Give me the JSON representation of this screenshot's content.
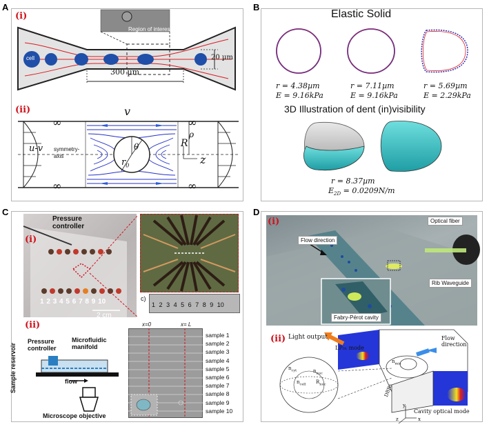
{
  "panels": {
    "A": {
      "letter": "A",
      "sub_i": "(i)",
      "sub_ii": "(ii)",
      "cell_label": "cell",
      "roi_label": "Region of interest",
      "width_label": "20 µm",
      "length_label": "300 µm",
      "v_label": "v",
      "u_minus_v": "u-v",
      "symmetry_axis": "symmetry-axis",
      "infinity": "∞",
      "theta": "θ",
      "r0": "r",
      "r0_sub": "0",
      "R": "R",
      "rho": "ρ",
      "z": "z"
    },
    "B": {
      "letter": "B",
      "title": "Elastic Solid",
      "shapes": [
        {
          "r": "r = 4.38µm",
          "E": "E = 9.16kPa"
        },
        {
          "r": "r = 7.11µm",
          "E": "E = 9.16kPa"
        },
        {
          "r": "r = 5.69µm",
          "E": "E = 2.29kPa"
        }
      ],
      "illus_title": "3D Illustration of dent (in)visibility",
      "illus_r": "r = 8.37µm",
      "illus_E": "E",
      "illus_E_sub": "2D",
      "illus_E_val": " = 0.0209N/m"
    },
    "C": {
      "letter": "C",
      "sub_i": "(i)",
      "sub_ii": "(ii)",
      "pressure_controller": "Pressure controller",
      "scale": "2 cm",
      "numbers": [
        "1",
        "2",
        "3",
        "4",
        "5",
        "6",
        "7",
        "8",
        "9",
        "10"
      ],
      "c_label": "c)",
      "strip_numbers": [
        "1",
        "2",
        "3",
        "4",
        "5",
        "6",
        "7",
        "8",
        "9",
        "10"
      ],
      "sample_reservoir": "Sample reservoir",
      "pressure_controller2": "Pressure controller",
      "manifold": "Microfluidic manifold",
      "flow": "flow",
      "objective": "Microscope objective",
      "x0": "x=0",
      "xL": "x= L",
      "samples": [
        "sample 1",
        "sample 2",
        "sample 3",
        "sample 4",
        "sample 5",
        "sample 6",
        "sample 7",
        "sample 8",
        "sample 9",
        "sample 10"
      ]
    },
    "D": {
      "letter": "D",
      "sub_i": "(i)",
      "sub_ii": "(ii)",
      "optical_fiber": "Optical fiber",
      "flow_direction": "Flow direction",
      "rib_waveguide": "Rib Waveguide",
      "fp_cavity": "Fabry-Pérot cavity",
      "light_output": "Light output",
      "lp_mode": "LP₀₁ mode",
      "flow_direction2": "Flow direction",
      "n_cyt": "n",
      "n_cyt_sub": "cyt",
      "n_nuc": "n",
      "n_nuc_sub": "nuc",
      "n_cell": "n",
      "n_cell_sub": "cell",
      "R_nuc": "R",
      "R_nuc_sub": "nuc",
      "n_mis": "n",
      "n_mis_sub": "mis",
      "dbrs": "DBRs",
      "cavity_mode": "Cavity optical mode",
      "axis_z": "z",
      "axis_y": "y",
      "axis_x": "x"
    }
  },
  "colors": {
    "red_label": "#d0121b",
    "blue_cell": "#1f4fa8",
    "teal": "#2fbcc0",
    "streamline": "#2430c8",
    "contour_red": "#e0242a",
    "contour_blue": "#2a2ab0"
  }
}
